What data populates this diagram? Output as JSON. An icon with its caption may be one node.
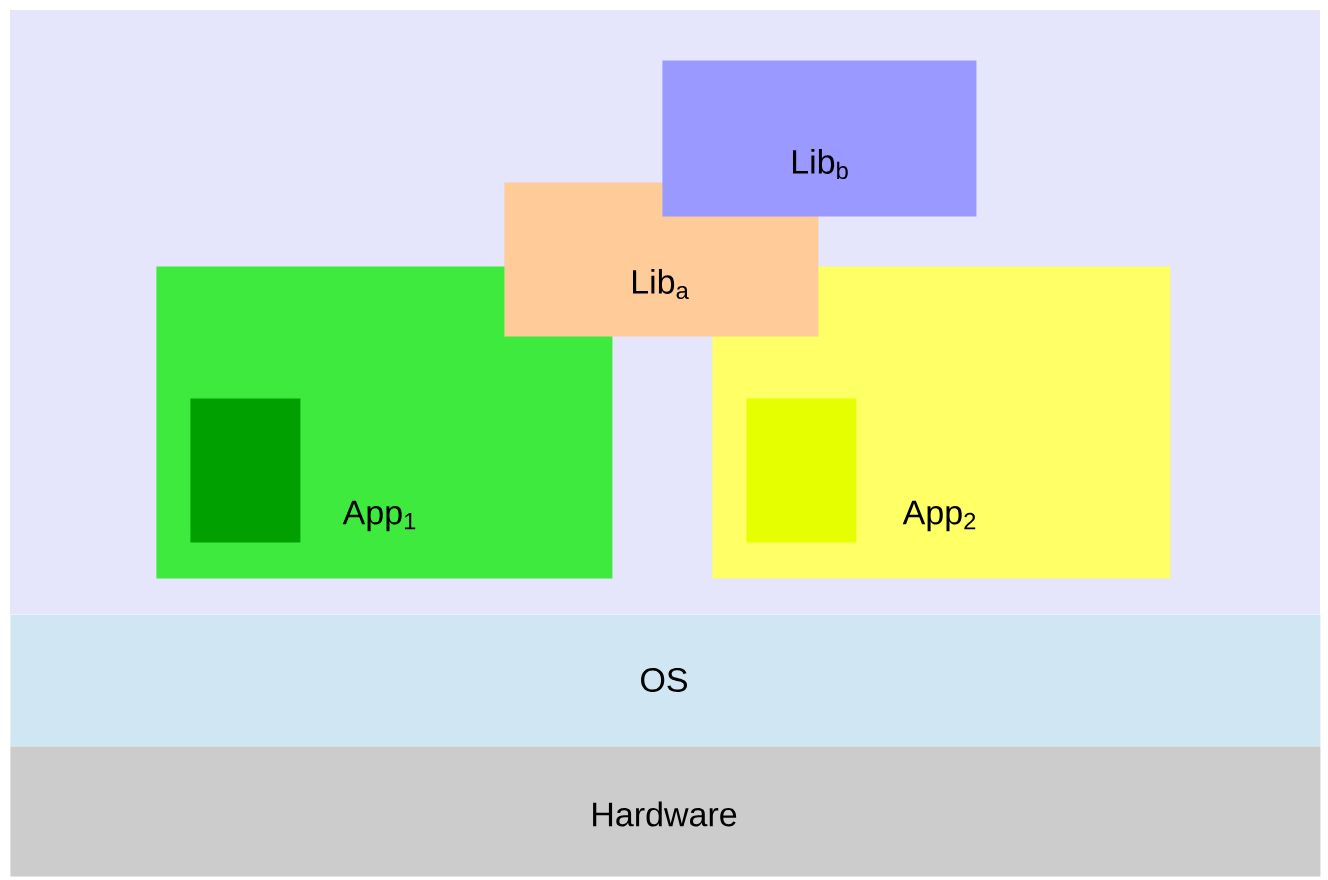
{
  "diagram": {
    "nodes": [
      {
        "text": [
          "Lib$_{b}$"
        ]
      },
      {
        "text": [
          "Lib$_{a}$"
        ]
      },
      {
        "text": [
          "App$_{1}$"
        ]
      },
      {
        "text": [],
        "shape": "box",
        "in": 2
      },
      {
        "text": [
          "App$_{2}$"
        ]
      },
      {
        "text": [],
        "shape": "box",
        "in": 4
      },
      {
        "text": [
          "OS"
        ]
      },
      {
        "text": [
          "Hardware"
        ]
      }
    ]
  }
}
